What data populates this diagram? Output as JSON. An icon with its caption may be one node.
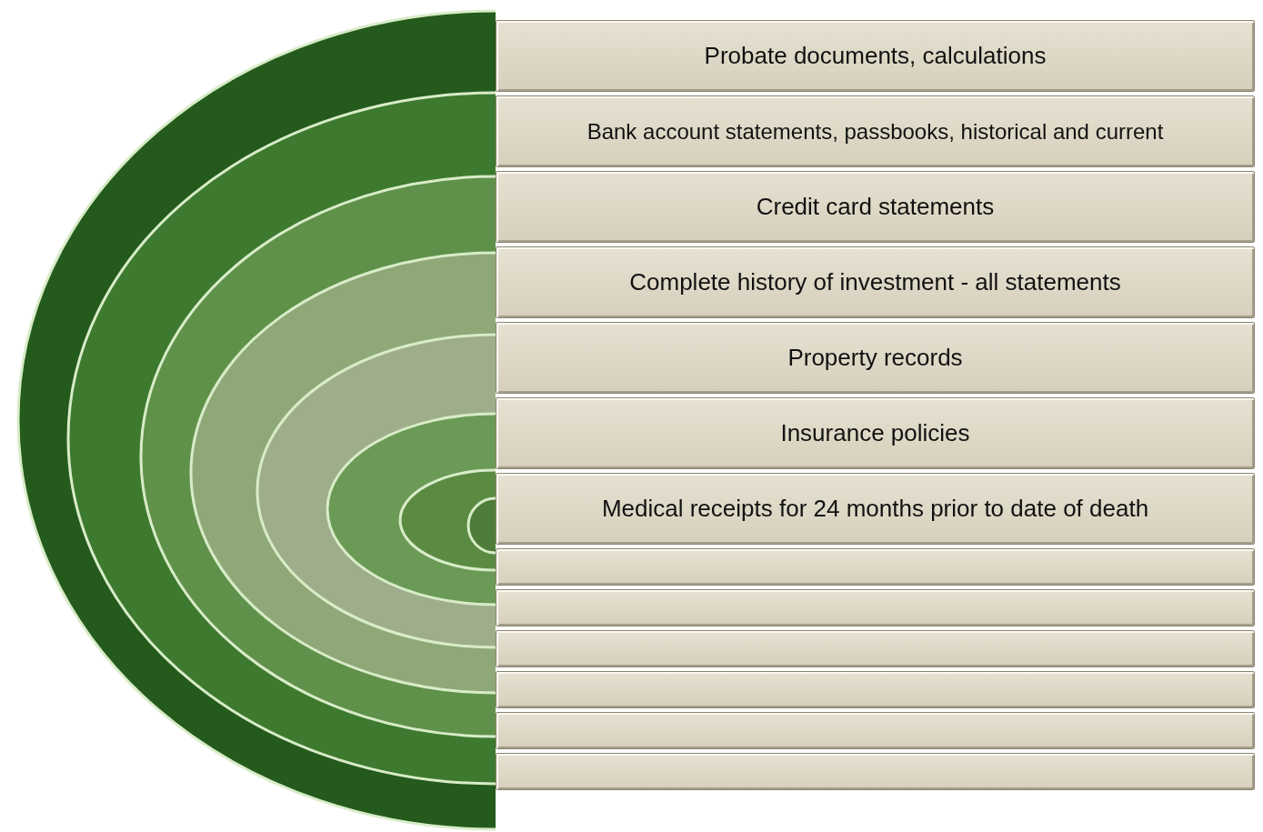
{
  "diagram": {
    "nodes": [
      {
        "text": [
          "Probate documents, calculations"
        ]
      },
      {
        "text": [
          "Bank account statements, passbooks, historical and current"
        ]
      },
      {
        "text": [
          "Credit card statements"
        ]
      },
      {
        "text": [
          "Complete history of investment - all statements"
        ]
      },
      {
        "text": [
          "Property records"
        ]
      },
      {
        "text": [
          "Insurance policies"
        ]
      },
      {
        "text": [
          "Medical receipts for 24 months prior to date of death"
        ]
      },
      {
        "text": [],
        "shape": "bar"
      },
      {
        "text": [],
        "shape": "bar"
      },
      {
        "text": [],
        "shape": "bar"
      },
      {
        "text": [],
        "shape": "bar"
      },
      {
        "text": [],
        "shape": "bar"
      },
      {
        "text": [],
        "shape": "bar"
      }
    ]
  }
}
